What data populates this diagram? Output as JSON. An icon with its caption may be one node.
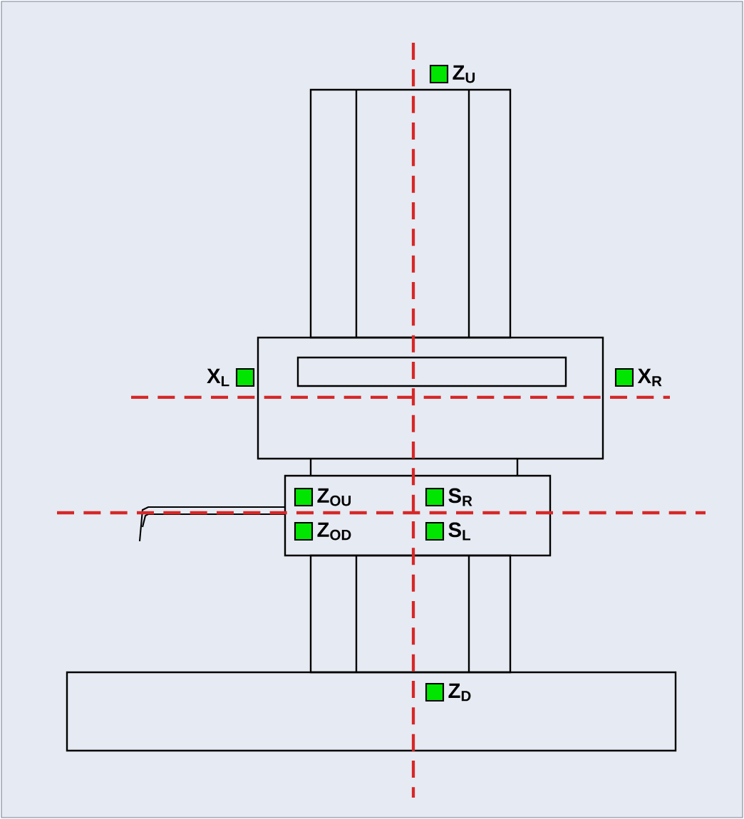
{
  "diagram": {
    "labels": [
      "Z$_{U}$",
      "X$_{L}$",
      "X$_{R}$",
      "Z$_{OU}$",
      "S$_{R}$",
      "Z$_{OD}$",
      "S$_{L}$",
      "Z$_{D}$"
    ]
  }
}
